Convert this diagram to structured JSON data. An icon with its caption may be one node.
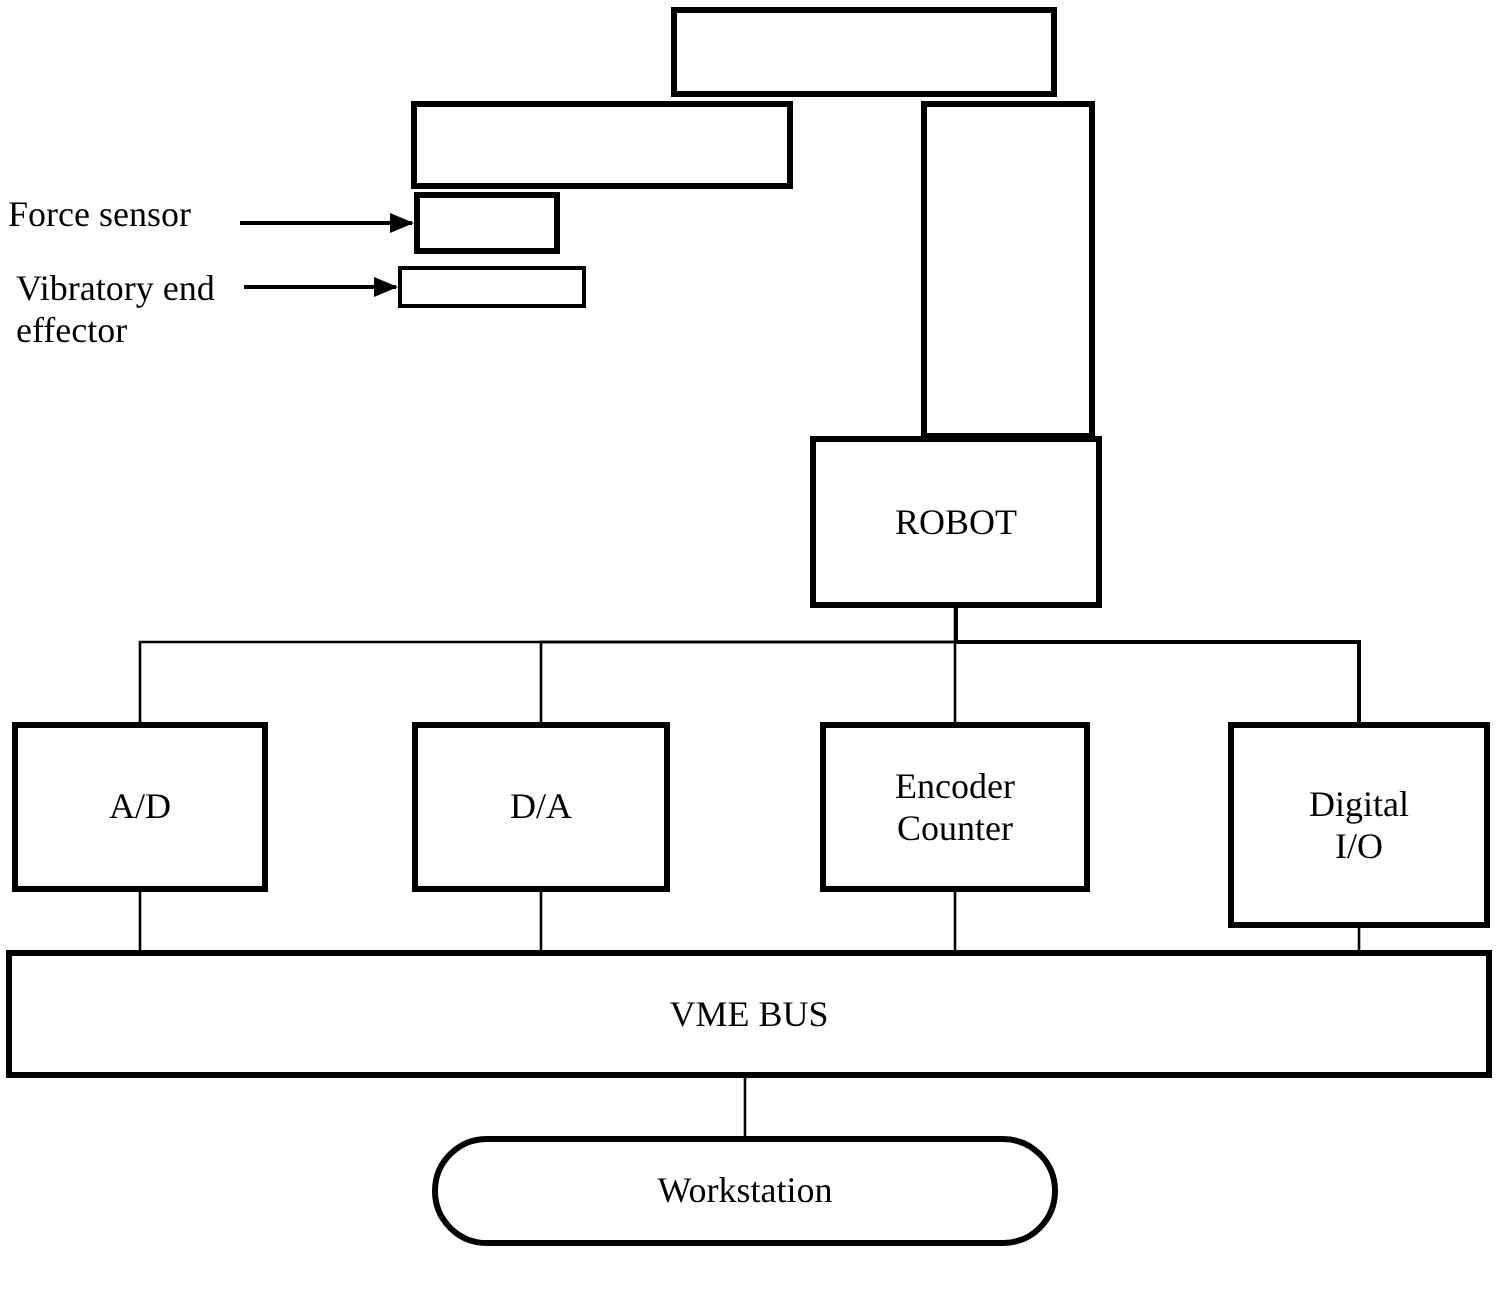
{
  "diagram": {
    "nodes": [
      {
        "text": [
          "Force sensor"
        ]
      },
      {
        "text": [],
        "shape": "box"
      },
      {
        "text": [
          "Vibratory end effector"
        ]
      },
      {
        "text": [],
        "shape": "bar"
      },
      {
        "text": [
          "ROBOT"
        ]
      },
      {
        "text": [
          "A/D"
        ]
      },
      {
        "text": [
          "D/A"
        ]
      },
      {
        "text": [
          "Encoder Counter"
        ]
      },
      {
        "text": [
          "Digital I/O"
        ]
      },
      {
        "text": [
          "VME BUS"
        ]
      },
      {
        "text": [
          "Workstation"
        ]
      }
    ],
    "edges": [
      {
        "from": 0,
        "to": 1,
        "arrow": "to"
      },
      {
        "from": 2,
        "to": 3,
        "arrow": "to"
      },
      {
        "from": 4,
        "to": 5,
        "arrow": "none"
      },
      {
        "from": 4,
        "to": 6,
        "arrow": "none"
      },
      {
        "from": 4,
        "to": 7,
        "arrow": "none"
      },
      {
        "from": 4,
        "to": 8,
        "arrow": "none"
      },
      {
        "from": 5,
        "to": 9,
        "arrow": "none"
      },
      {
        "from": 6,
        "to": 9,
        "arrow": "none"
      },
      {
        "from": 7,
        "to": 9,
        "arrow": "none"
      },
      {
        "from": 8,
        "to": 9,
        "arrow": "none"
      },
      {
        "from": 9,
        "to": 10,
        "arrow": "none"
      }
    ]
  }
}
